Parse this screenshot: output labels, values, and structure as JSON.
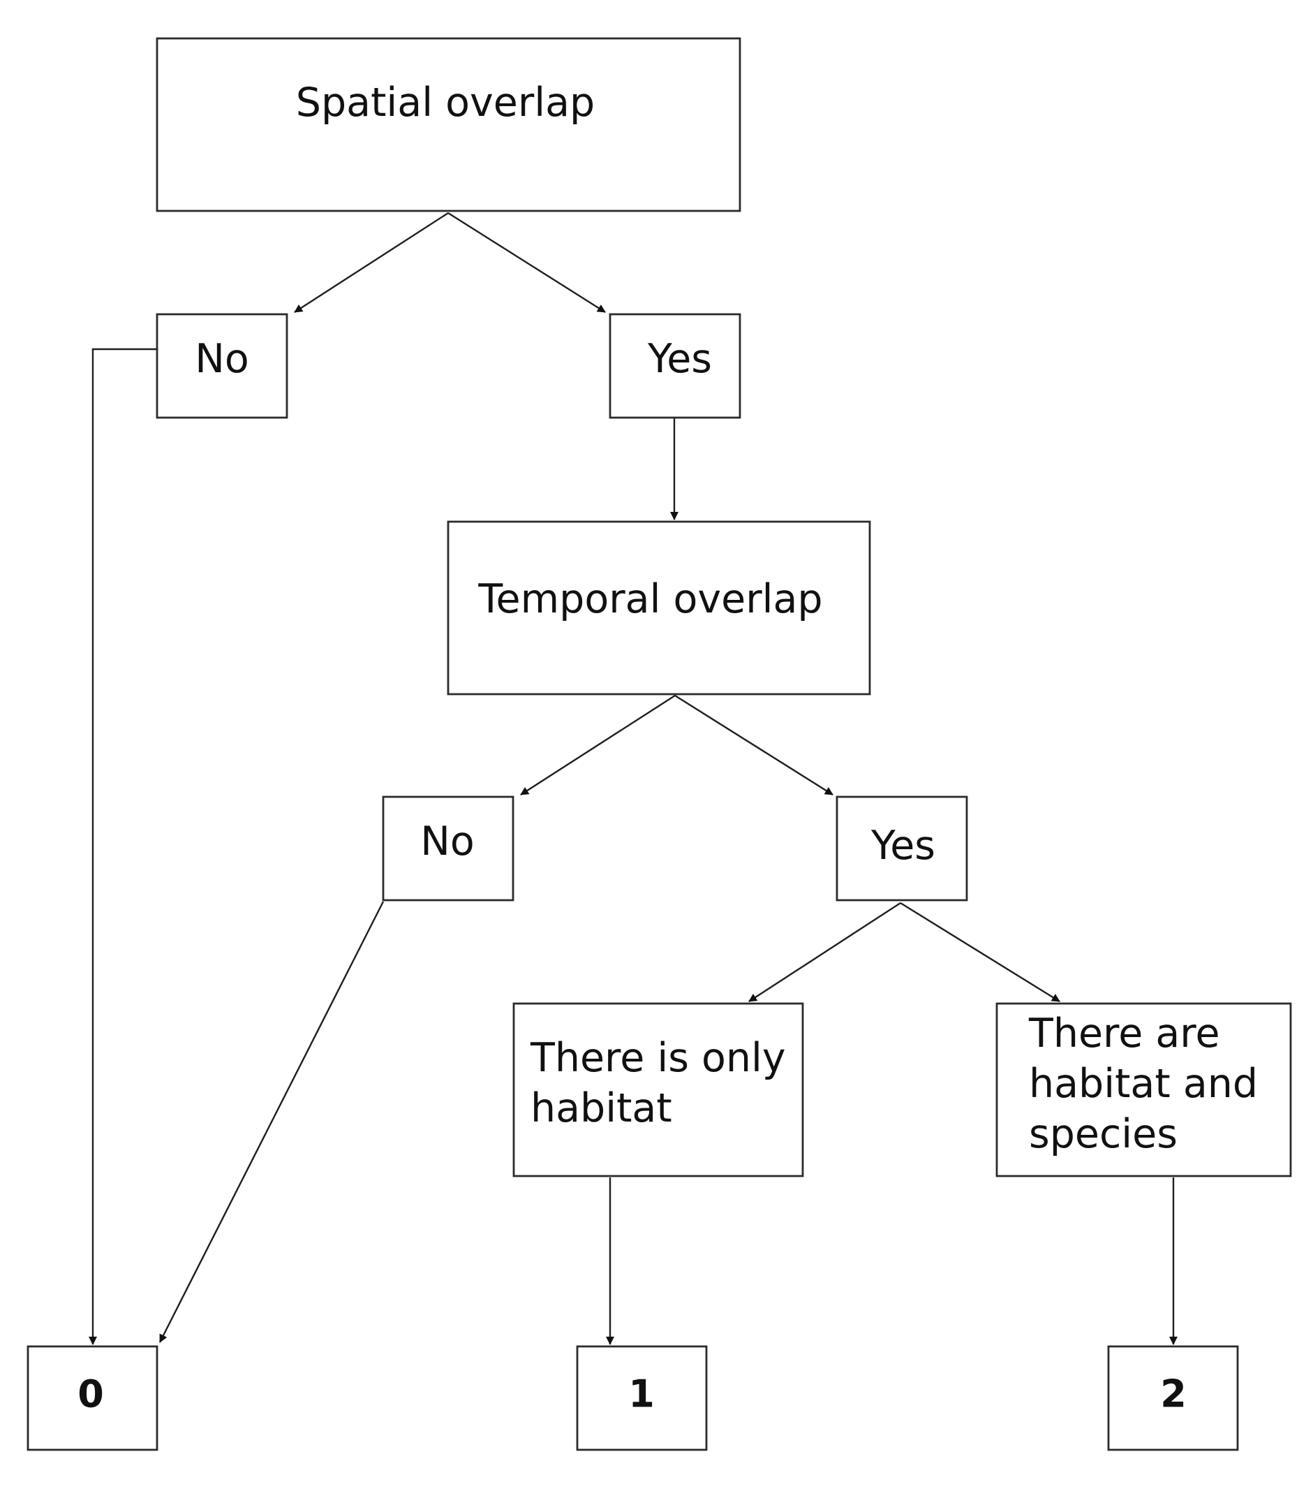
{
  "nodes": {
    "spatial": {
      "label": "Spatial overlap"
    },
    "spatial_no": {
      "label": "No"
    },
    "spatial_yes": {
      "label": "Yes"
    },
    "temporal": {
      "label": "Temporal overlap"
    },
    "temporal_no": {
      "label": "No"
    },
    "temporal_yes": {
      "label": "Yes"
    },
    "only_habitat": {
      "lines": [
        "There is only",
        "habitat"
      ]
    },
    "habitat_species": {
      "lines": [
        "There are",
        "habitat and",
        "species"
      ]
    },
    "outcome_0": {
      "label": "0"
    },
    "outcome_1": {
      "label": "1"
    },
    "outcome_2": {
      "label": "2"
    }
  },
  "colors": {
    "stroke": "#2b2b2b",
    "text": "#111111",
    "background": "#ffffff"
  }
}
